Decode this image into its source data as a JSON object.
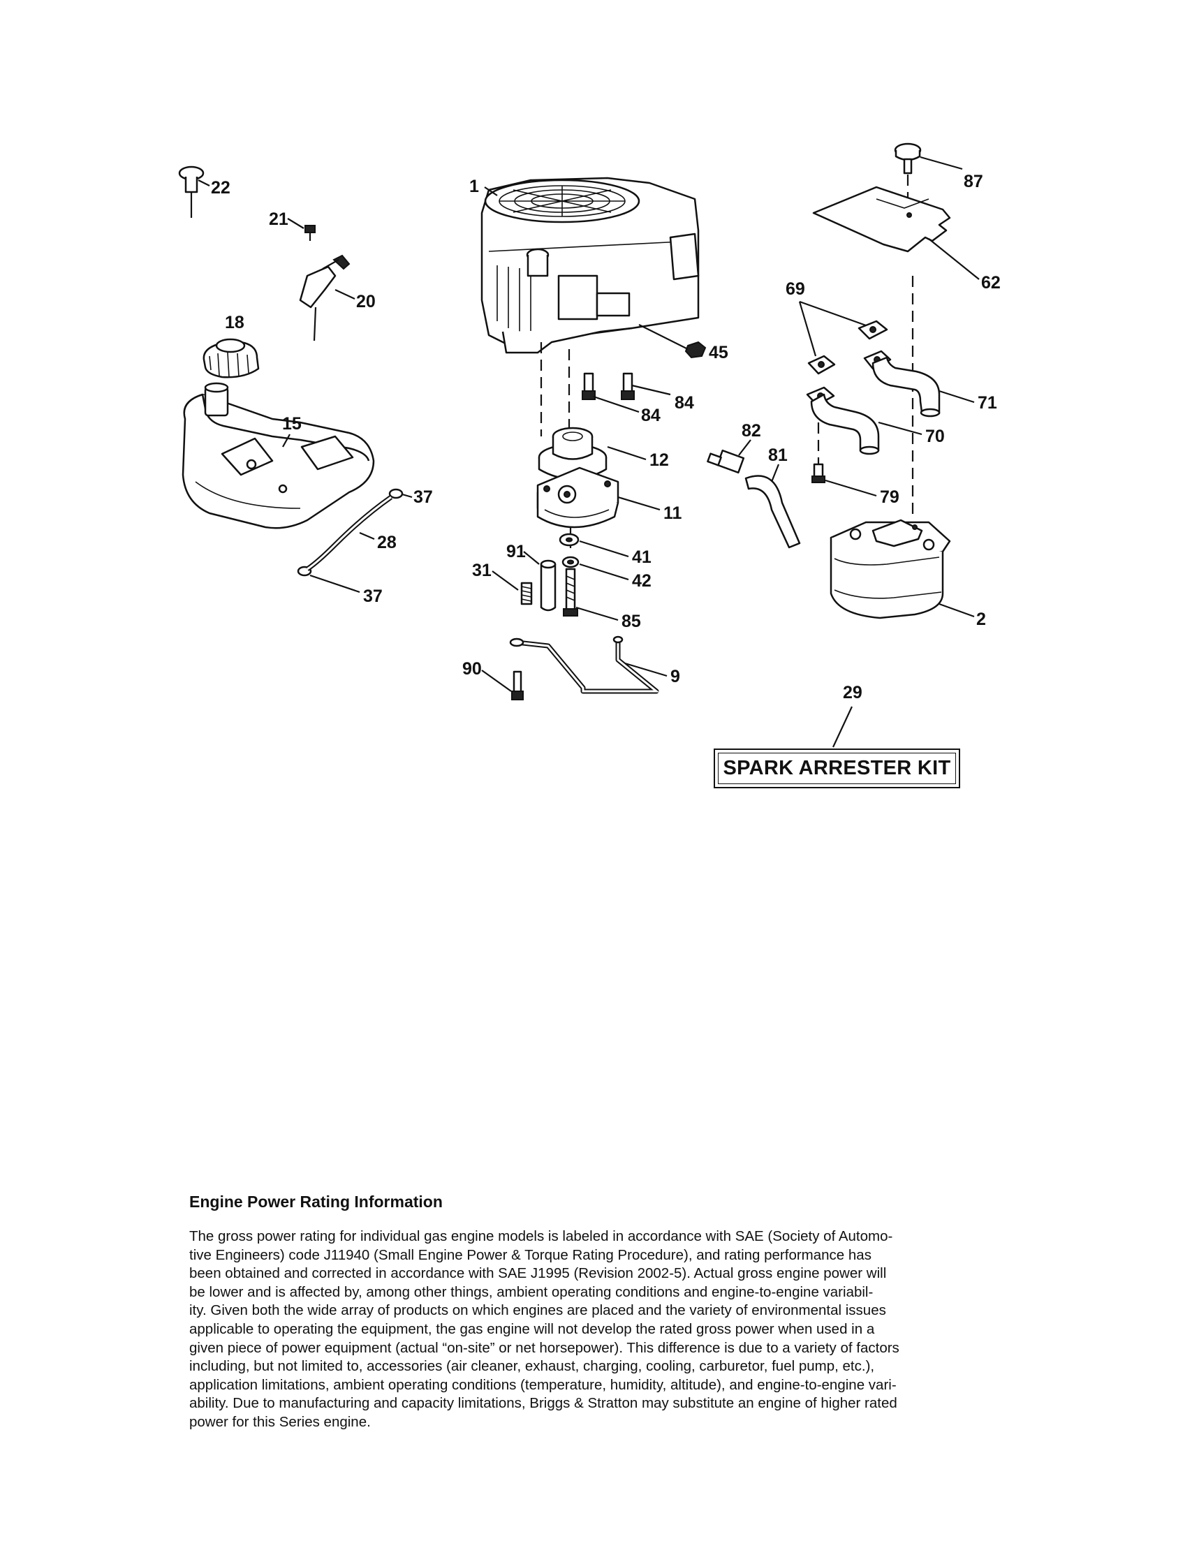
{
  "callouts": {
    "n1": "1",
    "n2": "2",
    "n9": "9",
    "n11": "11",
    "n12": "12",
    "n15": "15",
    "n18": "18",
    "n20": "20",
    "n21": "21",
    "n22": "22",
    "n28": "28",
    "n29": "29",
    "n31": "31",
    "n37a": "37",
    "n37b": "37",
    "n41": "41",
    "n42": "42",
    "n45": "45",
    "n62": "62",
    "n69": "69",
    "n70": "70",
    "n71": "71",
    "n79": "79",
    "n81": "81",
    "n82": "82",
    "n84a": "84",
    "n84b": "84",
    "n85": "85",
    "n87": "87",
    "n90": "90",
    "n91": "91"
  },
  "kit_label": "SPARK ARRESTER KIT",
  "info": {
    "title": "Engine Power Rating Information",
    "lines": [
      "The gross power rating for individual gas engine models is labeled in accordance with SAE (Society of Automo-",
      "tive Engineers) code J11940 (Small Engine Power & Torque Rating Procedure), and rating performance has",
      "been obtained and corrected in accordance with SAE J1995 (Revision 2002-5).  Actual gross engine power will",
      "be lower and is affected by, among other things, ambient operating conditions and engine-to-engine variabil-",
      "ity.  Given both the wide array of products on which engines are placed and the variety of environmental issues",
      "applicable to operating the equipment, the gas engine will not develop the rated gross power when used in a",
      "given piece of power equipment (actual “on-site” or net horsepower).  This difference is due to a variety of factors",
      "including, but not limited to, accessories (air cleaner, exhaust, charging, cooling, carburetor, fuel pump, etc.),",
      "application limitations, ambient operating conditions (temperature, humidity, altitude), and engine-to-engine vari-",
      "ability.  Due to manufacturing and capacity limitations, Briggs & Stratton may substitute an engine of higher rated",
      "power for this Series engine."
    ]
  }
}
